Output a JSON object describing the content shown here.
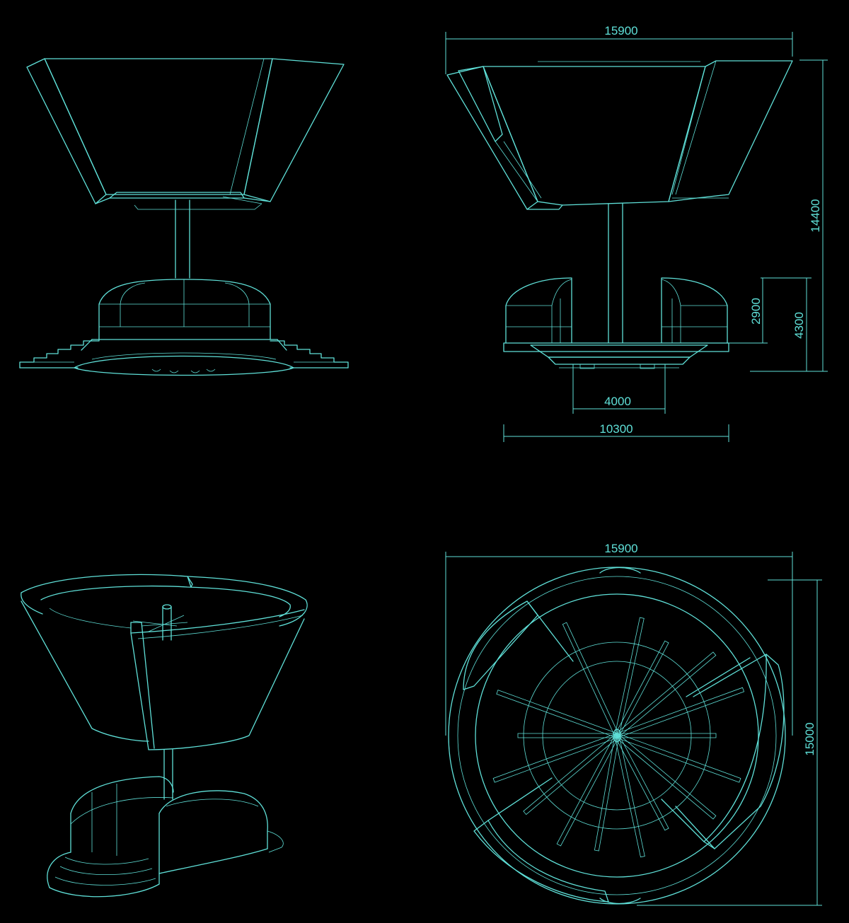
{
  "colors": {
    "background": "#000000",
    "line": "#5fe0d8"
  },
  "views": {
    "elevation_front": {},
    "elevation_side": {},
    "isometric": {},
    "plan": {}
  },
  "dimensions": {
    "side_width_top": "15900",
    "side_height_total": "14400",
    "side_height_base": "4300",
    "side_height_dome": "2900",
    "side_width_center": "4000",
    "side_width_base": "10300",
    "plan_width": "15900",
    "plan_height": "15000"
  }
}
